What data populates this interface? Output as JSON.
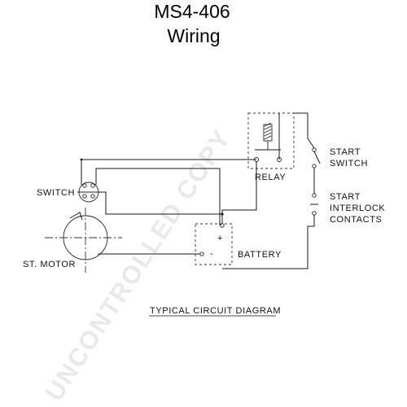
{
  "title": {
    "line1": "MS4-406",
    "line2": "Wiring"
  },
  "diagram": {
    "caption": "TYPICAL CIRCUIT DIAGRAM",
    "labels": {
      "switch": "SWITCH",
      "st_motor": "ST. MOTOR",
      "relay": "RELAY",
      "battery": "BATTERY",
      "start_switch_line1": "START",
      "start_switch_line2": "SWITCH",
      "interlock_line1": "START",
      "interlock_line2": "INTERLOCK",
      "interlock_line3": "CONTACTS",
      "battery_plus": "+",
      "battery_minus": "-"
    }
  },
  "watermark": "UNCONTROLLED COPY"
}
